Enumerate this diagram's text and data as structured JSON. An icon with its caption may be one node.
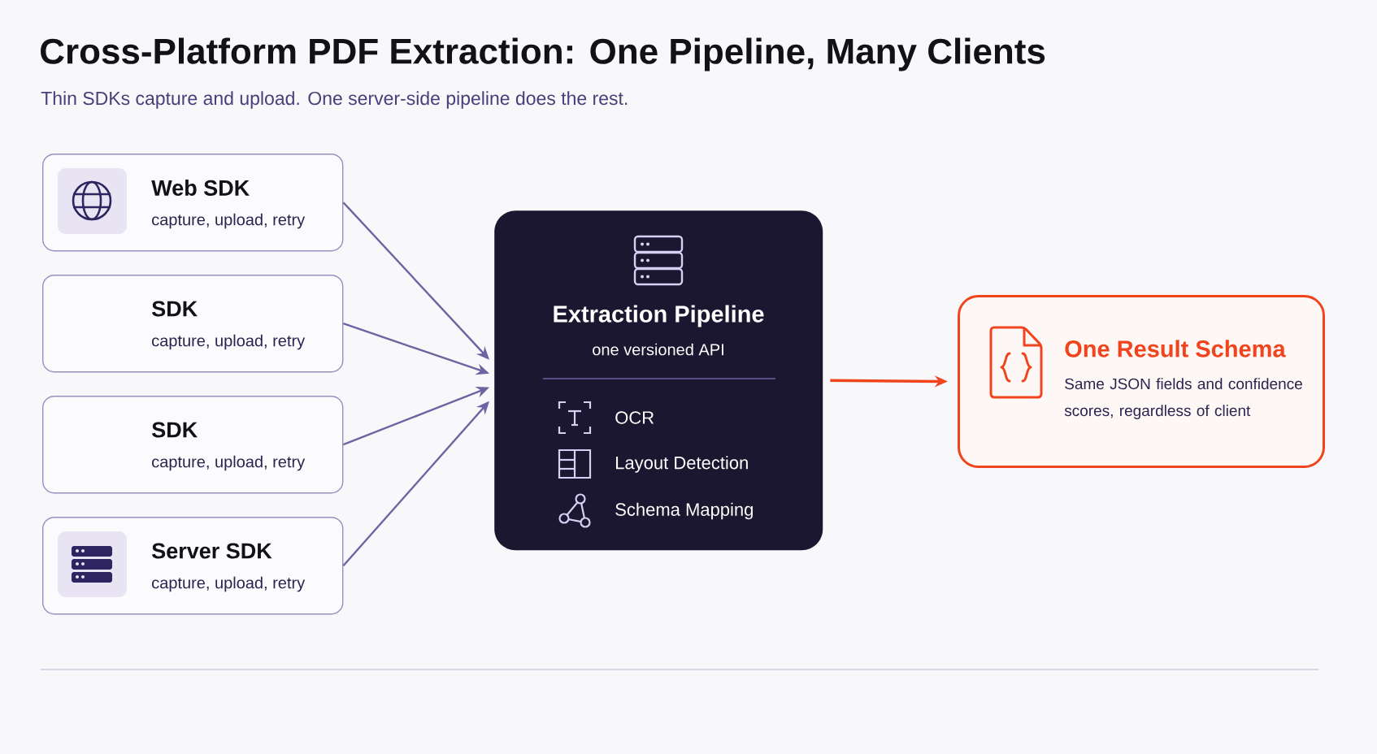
{
  "diagram": {
    "title": "Cross-Platform PDF Extraction: One Pipeline, Many Clients",
    "nodes": [
      {
        "text": [
          "Web SDK",
          "capture, upload, retry"
        ]
      },
      {
        "text": [
          "SDK",
          "capture, upload, retry"
        ]
      },
      {
        "text": [
          "SDK",
          "capture, upload, retry"
        ]
      },
      {
        "text": [
          "Server SDK",
          "capture, upload, retry"
        ]
      },
      {
        "text": [
          "Extraction Pipeline",
          "one versioned API",
          "OCR",
          "Layout Detection",
          "Schema Mapping"
        ]
      },
      {
        "text": [
          "One Result Schema",
          "Same JSON fields and confidence scores, regardless of client"
        ]
      }
    ],
    "edges": [
      {
        "from": 0,
        "to": 4,
        "arrow": "to"
      },
      {
        "from": 1,
        "to": 4,
        "arrow": "to"
      },
      {
        "from": 2,
        "to": 4,
        "arrow": "to"
      },
      {
        "from": 3,
        "to": 4,
        "arrow": "to"
      },
      {
        "from": 4,
        "to": 5,
        "arrow": "to",
        "color": "#f0441c"
      }
    ],
    "labels": [
      "Thin SDKs capture and upload. One server-side pipeline does the rest."
    ]
  }
}
